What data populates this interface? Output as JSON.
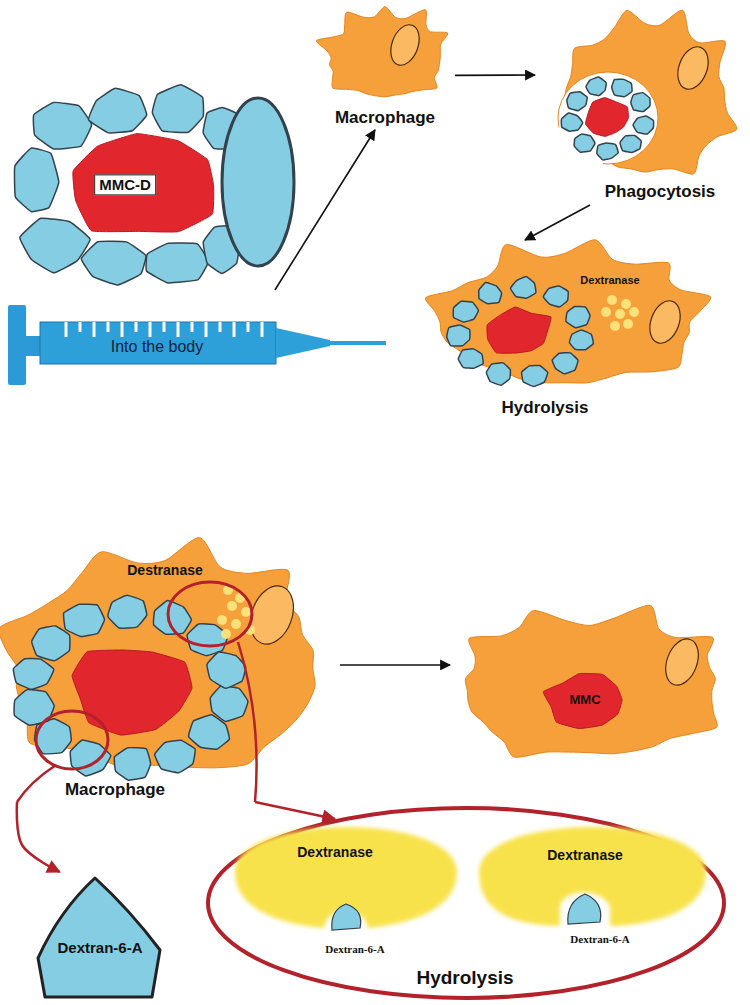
{
  "diagram": {
    "nodes": [
      {
        "text": [
          "MMC-D"
        ]
      },
      {
        "text": [
          "Macrophage"
        ]
      },
      {
        "text": [
          "Phagocytosis"
        ]
      },
      {
        "text": [
          "Dextranase",
          "Hydrolysis"
        ]
      },
      {
        "text": [
          "Into the body"
        ]
      },
      {
        "text": [
          "Destranase",
          "Macrophage"
        ]
      },
      {
        "text": [
          "MMC"
        ]
      },
      {
        "text": [
          "Dextran-6-A"
        ]
      },
      {
        "text": [
          "Hydrolysis"
        ]
      },
      {
        "text": [
          "Dextranase"
        ],
        "in": 8
      },
      {
        "text": [
          "Dextranase"
        ],
        "in": 8
      }
    ],
    "edges": [
      {
        "from": 0,
        "to": 1,
        "arrow": "to"
      },
      {
        "from": 1,
        "to": 2,
        "arrow": "to"
      },
      {
        "from": 2,
        "to": 3,
        "arrow": "to"
      },
      {
        "from": 5,
        "to": 6,
        "arrow": "to"
      },
      {
        "from": 5,
        "to": 7,
        "arrow": "to"
      },
      {
        "from": 5,
        "to": 8,
        "arrow": "to"
      }
    ],
    "labels": [
      "Dextran-6-A",
      "Dextran-6-A"
    ]
  }
}
